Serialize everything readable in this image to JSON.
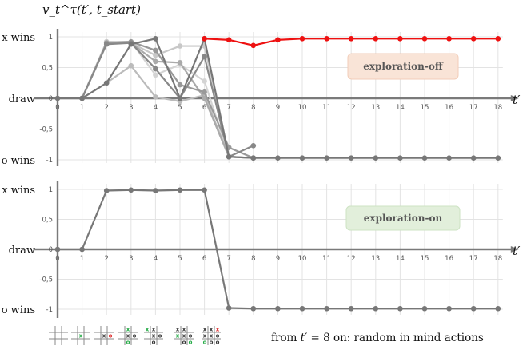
{
  "chart_data": [
    {
      "type": "line",
      "panel": "top",
      "title": "v_t^τ(t′, t_start)",
      "xlabel": "t′",
      "x": [
        0,
        1,
        2,
        3,
        4,
        5,
        6,
        7,
        8,
        9,
        10,
        11,
        12,
        13,
        14,
        15,
        16,
        17,
        18
      ],
      "xticks": [
        "0",
        "1",
        "2",
        "3",
        "4",
        "5",
        "6",
        "7",
        "8",
        "9",
        "10",
        "11",
        "12",
        "13",
        "14",
        "15",
        "16",
        "17",
        "18"
      ],
      "yticks": [
        {
          "v": 1,
          "label": "1"
        },
        {
          "v": 0.5,
          "label": "0,5"
        },
        {
          "v": 0,
          "label": "0"
        },
        {
          "v": -0.5,
          "label": "-0,5"
        },
        {
          "v": -1,
          "label": "-1"
        }
      ],
      "ycats": [
        {
          "v": 1,
          "label": "x wins"
        },
        {
          "v": 0,
          "label": "draw"
        },
        {
          "v": -1,
          "label": "o wins"
        }
      ],
      "ylim": [
        -1,
        1
      ],
      "grid": true,
      "badge": {
        "text": "exploration-off",
        "fill": "#f9e4d7",
        "stroke": "#f2cdb8"
      },
      "series": [
        {
          "color": "#d4d4d4",
          "x": [
            1,
            2,
            3,
            4,
            5,
            6,
            7,
            8
          ],
          "values": [
            0,
            0.92,
            0.92,
            0.38,
            0.55,
            0.28,
            -0.95,
            -0.97
          ]
        },
        {
          "color": "#c8c8c8",
          "x": [
            1,
            2,
            3,
            4,
            5,
            6,
            7,
            8
          ],
          "values": [
            0,
            0.92,
            0.9,
            0.7,
            0.85,
            0.85,
            -0.95,
            -0.97
          ]
        },
        {
          "color": "#bbbbbb",
          "x": [
            1,
            2,
            3,
            4,
            5,
            6,
            7,
            8
          ],
          "values": [
            0,
            0.25,
            0.53,
            0.02,
            -0.05,
            0.05,
            -0.95,
            -0.97
          ]
        },
        {
          "color": "#aaaaaa",
          "x": [
            1,
            2,
            3,
            4,
            5,
            6,
            7,
            8
          ],
          "values": [
            0,
            0.9,
            0.9,
            0.6,
            0.58,
            0.0,
            -0.95,
            -0.97
          ]
        },
        {
          "color": "#999999",
          "x": [
            1,
            2,
            3,
            4,
            5,
            6,
            7,
            8
          ],
          "values": [
            0,
            0.9,
            0.92,
            0.78,
            0.22,
            0.1,
            -0.8,
            -0.97
          ]
        },
        {
          "color": "#888888",
          "x": [
            1,
            2,
            3,
            4,
            5,
            6,
            7,
            8
          ],
          "values": [
            0,
            0.88,
            0.9,
            0.48,
            0.0,
            0.68,
            -0.95,
            -0.77
          ]
        },
        {
          "color": "#777777",
          "x": [
            0,
            1,
            2,
            3,
            4,
            5,
            6,
            7,
            8,
            9,
            10,
            11,
            12,
            13,
            14,
            15,
            16,
            17,
            18
          ],
          "values": [
            0,
            0,
            0.25,
            0.88,
            0.97,
            0.0,
            0.97,
            -0.95,
            -0.97,
            -0.97,
            -0.97,
            -0.97,
            -0.97,
            -0.97,
            -0.97,
            -0.97,
            -0.97,
            -0.97,
            -0.97
          ]
        },
        {
          "color": "#ee1111",
          "x": [
            6,
            7,
            8,
            9,
            10,
            11,
            12,
            13,
            14,
            15,
            16,
            17,
            18
          ],
          "values": [
            0.97,
            0.95,
            0.86,
            0.95,
            0.97,
            0.97,
            0.97,
            0.97,
            0.97,
            0.97,
            0.97,
            0.97,
            0.97
          ]
        }
      ]
    },
    {
      "type": "line",
      "panel": "bottom",
      "xlabel": "t′",
      "x": [
        0,
        1,
        2,
        3,
        4,
        5,
        6,
        7,
        8,
        9,
        10,
        11,
        12,
        13,
        14,
        15,
        16,
        17,
        18
      ],
      "xticks": [
        "0",
        "1",
        "2",
        "3",
        "4",
        "5",
        "6",
        "7",
        "8",
        "9",
        "10",
        "11",
        "12",
        "13",
        "14",
        "15",
        "16",
        "17",
        "18"
      ],
      "yticks": [
        {
          "v": 1,
          "label": "1"
        },
        {
          "v": 0.5,
          "label": "0,5"
        },
        {
          "v": 0,
          "label": "0"
        },
        {
          "v": -0.5,
          "label": "-0,5"
        },
        {
          "v": -1,
          "label": "-1"
        }
      ],
      "ycats": [
        {
          "v": 1,
          "label": "x wins"
        },
        {
          "v": 0,
          "label": "draw"
        },
        {
          "v": -1,
          "label": "o wins"
        }
      ],
      "ylim": [
        -1,
        1
      ],
      "grid": true,
      "badge": {
        "text": "exploration-on",
        "fill": "#e2efdb",
        "stroke": "#cde3c3"
      },
      "series": [
        {
          "color": "#777777",
          "x": [
            0,
            1,
            2,
            3,
            4,
            5,
            6,
            7,
            8,
            9,
            10,
            11,
            12,
            13,
            14,
            15,
            16,
            17,
            18
          ],
          "values": [
            0,
            0,
            0.98,
            0.99,
            0.98,
            0.99,
            0.99,
            -0.98,
            -0.99,
            -0.99,
            -0.99,
            -0.99,
            -0.99,
            -0.99,
            -0.99,
            -0.99,
            -0.99,
            -0.99,
            -0.99
          ]
        }
      ]
    }
  ],
  "caption": {
    "prefix": "from ",
    "t": "t′",
    "rest": " = 8 on: random in mind actions"
  },
  "boards": [
    {
      "cells": [
        "",
        "",
        "",
        "",
        "",
        "",
        "",
        "",
        ""
      ]
    },
    {
      "cells": [
        "",
        "",
        "",
        "",
        "x",
        "",
        "",
        "",
        ""
      ]
    },
    {
      "cells": [
        "",
        "",
        "",
        "",
        "x",
        "o",
        "",
        "",
        ""
      ]
    },
    {
      "cells": [
        "",
        "x",
        "",
        "",
        "x",
        "o",
        "",
        "o",
        ""
      ]
    },
    {
      "cells": [
        "x",
        "x",
        "",
        "",
        "x",
        "o",
        "",
        "o",
        ""
      ]
    },
    {
      "cells": [
        "x",
        "x",
        "",
        "x",
        "x",
        "o",
        "",
        "o",
        "o"
      ]
    },
    {
      "cells": [
        "x",
        "x",
        "x",
        "x",
        "x",
        "o",
        "o",
        "o",
        "o"
      ]
    }
  ],
  "mark_colors": {
    "x": "#333333",
    "o": "#333333",
    "x_new": "#22aa44",
    "o_new": "#22aa44",
    "x_bad": "#dd2222",
    "o_bad": "#dd2222"
  }
}
